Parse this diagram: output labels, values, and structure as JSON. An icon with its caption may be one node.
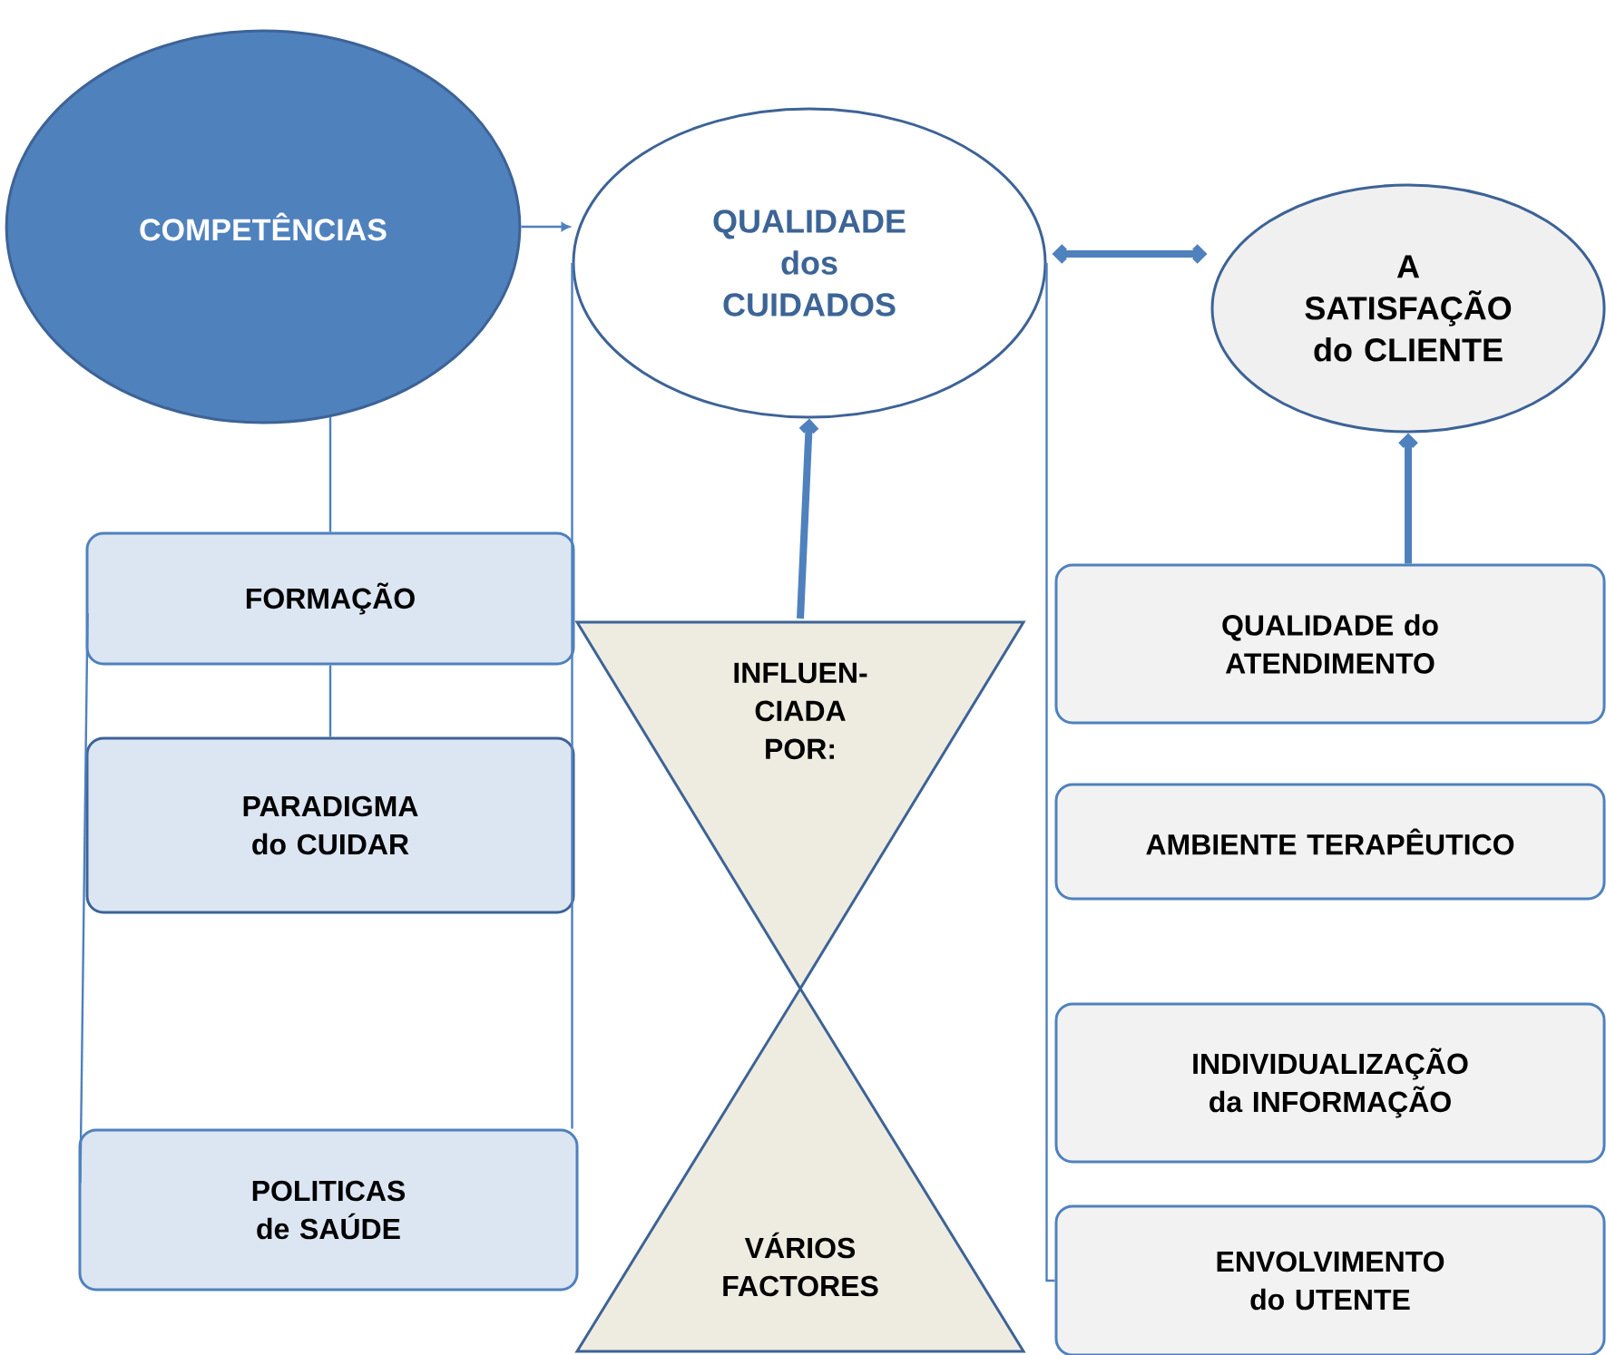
{
  "diagram": {
    "nodes": [
      {
        "text": [
          "COMPETÊNCIAS"
        ]
      },
      {
        "text": [
          "QUALIDADE dos CUIDADOS"
        ]
      },
      {
        "text": [
          "A SATISFAÇÃO do CLIENTE"
        ]
      },
      {
        "text": [
          "FORMAÇÃO"
        ]
      },
      {
        "text": [
          "PARADIGMA do CUIDAR"
        ]
      },
      {
        "text": [
          "POLITICAS de SAÚDE"
        ]
      },
      {
        "text": [
          "INFLUEN- CIADA POR:"
        ]
      },
      {
        "text": [
          "VÁRIOS FACTORES"
        ]
      },
      {
        "text": [
          "QUALIDADE do ATENDIMENTO"
        ]
      },
      {
        "text": [
          "AMBIENTE TERAPÊUTICO"
        ]
      },
      {
        "text": [
          "INDIVIDUALIZAÇÃO da INFORMAÇÃO"
        ]
      },
      {
        "text": [
          "ENVOLVIMENTO do UTENTE"
        ]
      }
    ],
    "edges": [
      {
        "from": 0,
        "to": 1,
        "arrow": "to"
      },
      {
        "from": 1,
        "to": 2,
        "arrow": "both",
        "style": "thick"
      },
      {
        "from": 6,
        "to": 1,
        "arrow": "to",
        "style": "thick"
      },
      {
        "from": 8,
        "to": 2,
        "arrow": "to",
        "style": "thick"
      },
      {
        "from": 0,
        "to": 3,
        "arrow": "none"
      },
      {
        "from": 3,
        "to": 4,
        "arrow": "none"
      },
      {
        "from": 3,
        "to": 5,
        "arrow": "none"
      },
      {
        "from": 1,
        "to": 5,
        "arrow": "none"
      },
      {
        "from": 1,
        "to": 11,
        "arrow": "none"
      }
    ]
  }
}
